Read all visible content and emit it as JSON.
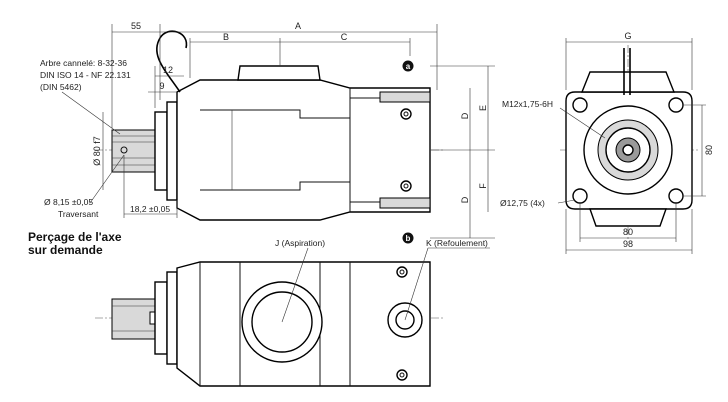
{
  "dimensions": {
    "d55": "55",
    "dA": "A",
    "dB": "B",
    "dC": "C",
    "d12": "12",
    "d9": "9",
    "dD_upper": "D",
    "dE": "E",
    "dD_lower": "D",
    "dF": "F",
    "dG": "G",
    "d80_vertical": "80",
    "d80_horizontal": "80",
    "d98": "98",
    "d18_2": "18,2 ±0,05",
    "d80_f7": "Ø 80 f7"
  },
  "notes": {
    "shaft_line1": "Arbre cannelé: 8-32-36",
    "shaft_line2": "DIN ISO 14 - NF 22.131",
    "shaft_line3": "(DIN 5462)",
    "hole_line1": "Ø 8,15 ±0,05",
    "hole_line2": "Traversant",
    "bore_title_line1": "Perçage de l'axe",
    "bore_title_line2": "sur demande",
    "thread": "M12x1,75-6H",
    "mount_holes": "Ø12,75 (4x)",
    "port_j": "J (Aspiration)",
    "port_k": "K (Refoulement)"
  },
  "markers": {
    "a": "a",
    "b": "b"
  }
}
